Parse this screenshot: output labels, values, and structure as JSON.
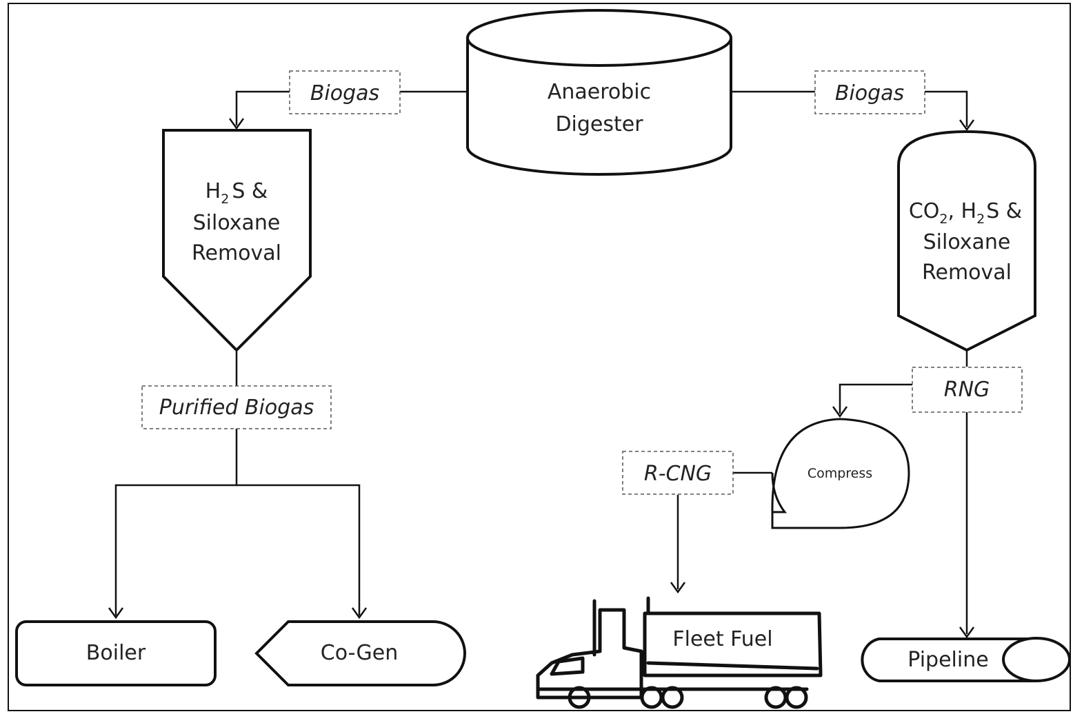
{
  "digester": {
    "line1": "Anaerobic",
    "line2": "Digester"
  },
  "left_branch": {
    "biogas_label": "Biogas",
    "removal": {
      "line1_main": "H",
      "line1_sub": "2",
      "line1_rest": "S &",
      "line2": "Siloxane",
      "line3": "Removal"
    },
    "purified_label": "Purified Biogas",
    "boiler_label": "Boiler",
    "cogen_label": "Co-Gen"
  },
  "right_branch": {
    "biogas_label": "Biogas",
    "removal": {
      "co": "CO",
      "co_sub": "2",
      "h_part": ", H",
      "h_sub": "2",
      "s_part": "S &",
      "line2": "Siloxane",
      "line3": "Removal"
    },
    "rng_label": "RNG",
    "compress_label": "Compress",
    "rcng_label": "R-CNG",
    "fleet_label": "Fleet Fuel",
    "pipeline_label": "Pipeline"
  },
  "colors": {
    "stroke": "#111111",
    "dashed_border": "#555555",
    "background": "#ffffff"
  }
}
